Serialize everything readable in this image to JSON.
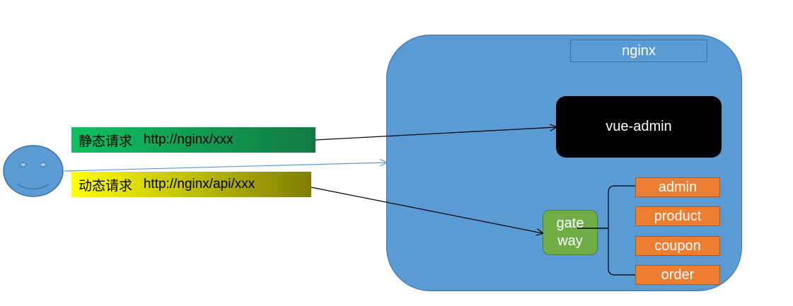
{
  "nginx": {
    "label": "nginx"
  },
  "vue_admin": {
    "label": "vue-admin"
  },
  "gateway": {
    "line1": "gate",
    "line2": "way"
  },
  "services": [
    {
      "label": "admin"
    },
    {
      "label": "product"
    },
    {
      "label": "coupon"
    },
    {
      "label": "order"
    }
  ],
  "requests": {
    "static": {
      "name": "静态请求",
      "url": "http://nginx/xxx"
    },
    "dynamic": {
      "name": "动态请求",
      "url": "http://nginx/api/xxx"
    }
  },
  "colors": {
    "server": "#5b9bd5",
    "gateway": "#70ad47",
    "service": "#ed7d31",
    "vue_admin": "#000000"
  }
}
